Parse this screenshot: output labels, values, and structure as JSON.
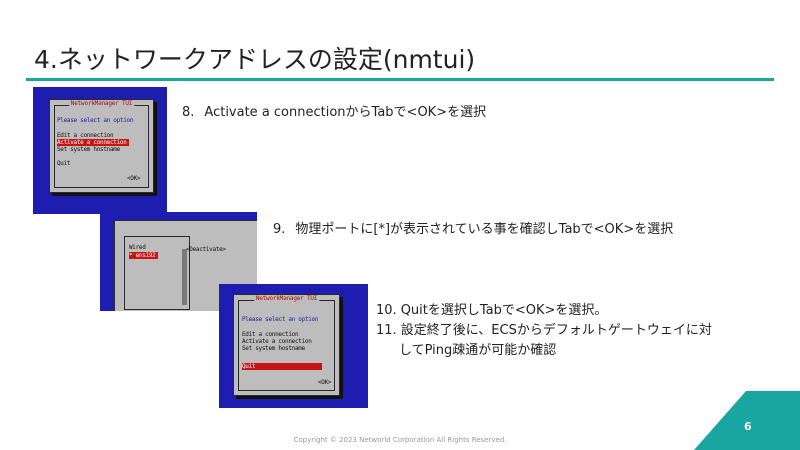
{
  "slide": {
    "title": "4.ネットワークアドレスの設定(nmtui)",
    "page_number": "6",
    "footer": "Copyright © 2023 Networld Corporation All Rights Reserved.",
    "accent_color": "#1aa6a0"
  },
  "screen1": {
    "dialog_title": "NetworkManager TUI",
    "prompt": "Please select an option",
    "items": [
      "Edit a connection",
      "Activate a connection",
      "Set system hostname"
    ],
    "selected_item": "Activate a connection",
    "quit": "Quit",
    "ok": "<OK>"
  },
  "screen2": {
    "list_header": "Wired",
    "device": "* ens192",
    "button": "<Deactivate>"
  },
  "screen3": {
    "dialog_title": "NetworkManager TUI",
    "prompt": "Please select an option",
    "items": [
      "Edit a connection",
      "Activate a connection",
      "Set system hostname"
    ],
    "quit": "Quit",
    "ok": "<OK>"
  },
  "steps": [
    {
      "num": "8.",
      "text": "Activate a connectionからTabで<OK>を選択"
    },
    {
      "num": "9.",
      "text": "物理ポートに[*]が表示されている事を確認しTabで<OK>を選択"
    },
    {
      "num": "10.",
      "text": "Quitを選択しTabで<OK>を選択。"
    },
    {
      "num": "11.",
      "text": "設定終了後に、ECSからデフォルトゲートウェイに対",
      "cont": "してPing疎通が可能か確認"
    }
  ]
}
